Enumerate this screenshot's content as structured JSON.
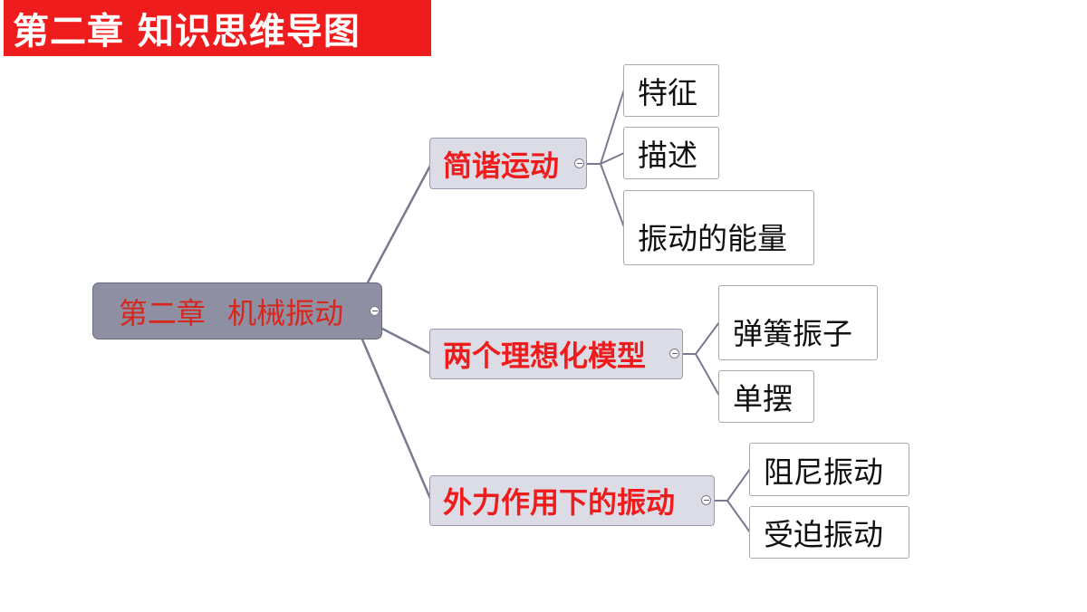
{
  "title": "第二章 知识思维导图",
  "mindmap": {
    "root": {
      "label": "第二章  机械振动"
    },
    "branches": [
      {
        "label": "简谐运动",
        "children": [
          "特征",
          "描述",
          "振动的能量"
        ]
      },
      {
        "label": "两个理想化模型",
        "children": [
          "弹簧振子",
          "单摆"
        ]
      },
      {
        "label": "外力作用下的振动",
        "children": [
          "阻尼振动",
          "受迫振动"
        ]
      }
    ]
  },
  "colors": {
    "banner": "#ee1c1c",
    "root_fill": "#8f8fa3",
    "branch_fill": "#dcdce6",
    "branch_text": "#ee1c1c",
    "connector": "#7a7a8e"
  },
  "icons": {
    "collapse": "collapse-minus-icon"
  }
}
